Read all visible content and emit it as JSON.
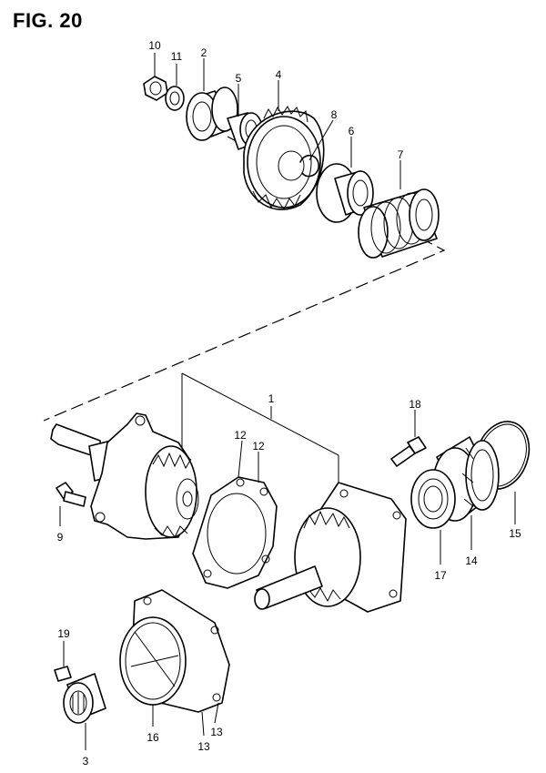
{
  "figure": {
    "title": "FIG. 20"
  },
  "callouts": [
    {
      "id": "10",
      "text": "10"
    },
    {
      "id": "11",
      "text": "11"
    },
    {
      "id": "2",
      "text": "2"
    },
    {
      "id": "5",
      "text": "5"
    },
    {
      "id": "4",
      "text": "4"
    },
    {
      "id": "8",
      "text": "8"
    },
    {
      "id": "6",
      "text": "6"
    },
    {
      "id": "7",
      "text": "7"
    },
    {
      "id": "1",
      "text": "1"
    },
    {
      "id": "18",
      "text": "18"
    },
    {
      "id": "12a",
      "text": "12"
    },
    {
      "id": "12b",
      "text": "12"
    },
    {
      "id": "9",
      "text": "9"
    },
    {
      "id": "15",
      "text": "15"
    },
    {
      "id": "14",
      "text": "14"
    },
    {
      "id": "17",
      "text": "17"
    },
    {
      "id": "19",
      "text": "19"
    },
    {
      "id": "16",
      "text": "16"
    },
    {
      "id": "13a",
      "text": "13"
    },
    {
      "id": "13b",
      "text": "13"
    },
    {
      "id": "3",
      "text": "3"
    }
  ]
}
